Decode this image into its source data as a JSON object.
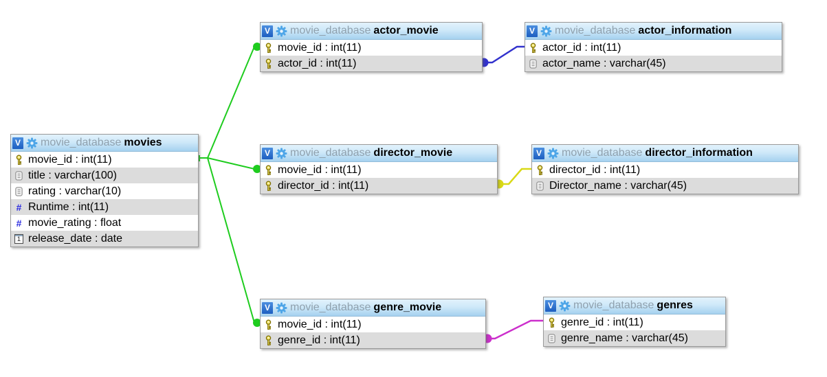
{
  "app_context": "database-designer-canvas",
  "database": "movie_database",
  "icons": {
    "v_badge": "V",
    "gear": "gear-icon",
    "primary_key": "key-icon",
    "text_field": "text-icon",
    "numeric_glyph": "#",
    "date_glyph": "1"
  },
  "colors": {
    "header_gradient_top": "#e2f2fc",
    "header_gradient_bottom": "#a5d1ef",
    "row_alternate": "#dcdcdc",
    "relation_movies_green": "#1ecc1e",
    "relation_actor_blue": "#3232cd",
    "relation_director_yellow": "#d9d916",
    "relation_genre_magenta": "#cc2fcc"
  },
  "tables": [
    {
      "schema": "movie_database",
      "name": "movies",
      "columns": [
        {
          "label": "movie_id : int(11)",
          "icon": "primary-key"
        },
        {
          "label": "title : varchar(100)",
          "icon": "text"
        },
        {
          "label": "rating : varchar(10)",
          "icon": "text"
        },
        {
          "label": "Runtime : int(11)",
          "icon": "numeric"
        },
        {
          "label": "movie_rating : float",
          "icon": "numeric"
        },
        {
          "label": "release_date : date",
          "icon": "date"
        }
      ]
    },
    {
      "schema": "movie_database",
      "name": "actor_movie",
      "columns": [
        {
          "label": "movie_id : int(11)",
          "icon": "primary-key"
        },
        {
          "label": "actor_id : int(11)",
          "icon": "primary-key"
        }
      ]
    },
    {
      "schema": "movie_database",
      "name": "actor_information",
      "columns": [
        {
          "label": "actor_id : int(11)",
          "icon": "primary-key"
        },
        {
          "label": "actor_name : varchar(45)",
          "icon": "text"
        }
      ]
    },
    {
      "schema": "movie_database",
      "name": "director_movie",
      "columns": [
        {
          "label": "movie_id : int(11)",
          "icon": "primary-key"
        },
        {
          "label": "director_id : int(11)",
          "icon": "primary-key"
        }
      ]
    },
    {
      "schema": "movie_database",
      "name": "director_information",
      "columns": [
        {
          "label": "director_id : int(11)",
          "icon": "primary-key"
        },
        {
          "label": "Director_name : varchar(45)",
          "icon": "text"
        }
      ]
    },
    {
      "schema": "movie_database",
      "name": "genre_movie",
      "columns": [
        {
          "label": "movie_id : int(11)",
          "icon": "primary-key"
        },
        {
          "label": "genre_id : int(11)",
          "icon": "primary-key"
        }
      ]
    },
    {
      "schema": "movie_database",
      "name": "genres",
      "columns": [
        {
          "label": "genre_id : int(11)",
          "icon": "primary-key"
        },
        {
          "label": "genre_name : varchar(45)",
          "icon": "text"
        }
      ]
    }
  ],
  "relations": [
    {
      "from": "movies.movie_id",
      "to": "actor_movie.movie_id",
      "color": "#1ecc1e"
    },
    {
      "from": "movies.movie_id",
      "to": "director_movie.movie_id",
      "color": "#1ecc1e"
    },
    {
      "from": "movies.movie_id",
      "to": "genre_movie.movie_id",
      "color": "#1ecc1e"
    },
    {
      "from": "actor_movie.actor_id",
      "to": "actor_information.actor_id",
      "color": "#3232cd"
    },
    {
      "from": "director_movie.director_id",
      "to": "director_information.director_id",
      "color": "#d9d916"
    },
    {
      "from": "genre_movie.genre_id",
      "to": "genres.genre_id",
      "color": "#cc2fcc"
    }
  ]
}
